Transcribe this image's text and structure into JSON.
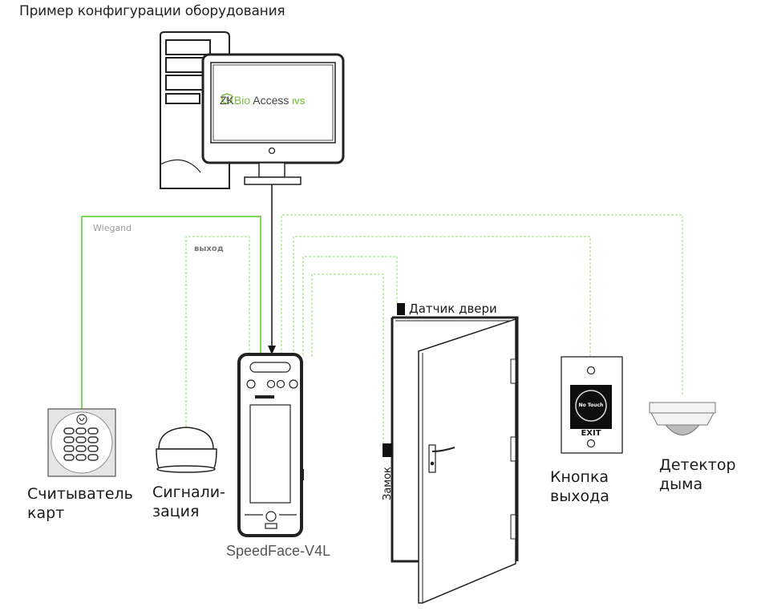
{
  "page": {
    "title": "Пример конфигурации оборудования"
  },
  "software": {
    "brand_prefix": "ZK",
    "brand_bio": "Bio",
    "brand_access": " Access ",
    "brand_suffix": "IVS"
  },
  "wires": {
    "wiegand_label": "Wiegand",
    "output_label": "выход"
  },
  "devices": {
    "terminal_name": "SpeedFace-V4L",
    "card_reader_line1": "Считыватель",
    "card_reader_line2": "карт",
    "alarm_line1": "Сигнали-",
    "alarm_line2": "зация",
    "door_sensor": "Датчик двери",
    "lock": "Замок",
    "exit_button_line1": "Кнопка",
    "exit_button_line2": "выхода",
    "exit_button_text": "No Touch",
    "exit_button_caption": "EXIT",
    "smoke_detector_line1": "Детектор",
    "smoke_detector_line2": "дыма"
  },
  "colors": {
    "wire_solid": "#7ed957",
    "wire_dashed": "#a9e68c",
    "outline": "#222222"
  }
}
